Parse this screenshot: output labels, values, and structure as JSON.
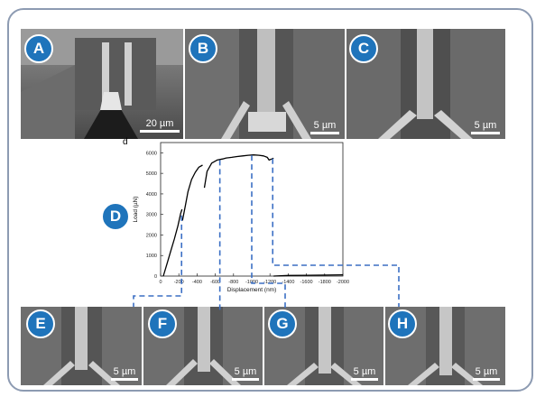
{
  "panels": {
    "A": {
      "label": "A",
      "scale": "20 µm"
    },
    "B": {
      "label": "B",
      "scale": "5 µm"
    },
    "C": {
      "label": "C",
      "scale": "5 µm"
    },
    "D": {
      "label": "D"
    },
    "E": {
      "label": "E",
      "scale": "5 µm"
    },
    "F": {
      "label": "F",
      "scale": "5 µm"
    },
    "G": {
      "label": "G",
      "scale": "5 µm"
    },
    "H": {
      "label": "H",
      "scale": "5 µm"
    }
  },
  "chart_data": {
    "type": "line",
    "panel_letter": "d",
    "xlabel": "Displacement (nm)",
    "ylabel": "Load (µN)",
    "x_ticks": [
      "0",
      "-200",
      "-400",
      "-600",
      "-800",
      "-1000",
      "-1200",
      "-1400",
      "-1600",
      "-1800",
      "-2000"
    ],
    "y_ticks": [
      "0",
      "1000",
      "2000",
      "3000",
      "4000",
      "5000",
      "6000"
    ],
    "xlim": [
      0,
      -2000
    ],
    "ylim": [
      0,
      6500
    ],
    "series": [
      {
        "values": [
          [
            -30,
            0
          ],
          [
            -70,
            600
          ],
          [
            -110,
            1200
          ],
          [
            -150,
            1800
          ],
          [
            -190,
            2450
          ],
          [
            -220,
            3050
          ],
          [
            -235,
            3250
          ]
        ]
      },
      {
        "values": [
          [
            -240,
            2700
          ],
          [
            -270,
            3400
          ],
          [
            -300,
            4100
          ],
          [
            -340,
            4700
          ],
          [
            -380,
            5050
          ],
          [
            -420,
            5300
          ],
          [
            -460,
            5400
          ]
        ]
      },
      {
        "values": [
          [
            -480,
            4300
          ],
          [
            -510,
            5100
          ],
          [
            -560,
            5500
          ],
          [
            -620,
            5650
          ],
          [
            -680,
            5700
          ],
          [
            -720,
            5750
          ],
          [
            -780,
            5780
          ],
          [
            -840,
            5820
          ],
          [
            -900,
            5850
          ],
          [
            -960,
            5880
          ],
          [
            -1020,
            5900
          ],
          [
            -1080,
            5880
          ],
          [
            -1130,
            5850
          ],
          [
            -1170,
            5780
          ],
          [
            -1190,
            5650
          ],
          [
            -1220,
            5700
          ],
          [
            -1240,
            5740
          ]
        ]
      },
      {
        "values": [
          [
            -1240,
            0
          ],
          [
            -1400,
            30
          ],
          [
            -1600,
            40
          ],
          [
            -1800,
            50
          ],
          [
            -2000,
            60
          ]
        ]
      }
    ],
    "markers_x": [
      -230,
      -650,
      -1000,
      -1230
    ],
    "marker_color": "#3b6fc4"
  }
}
